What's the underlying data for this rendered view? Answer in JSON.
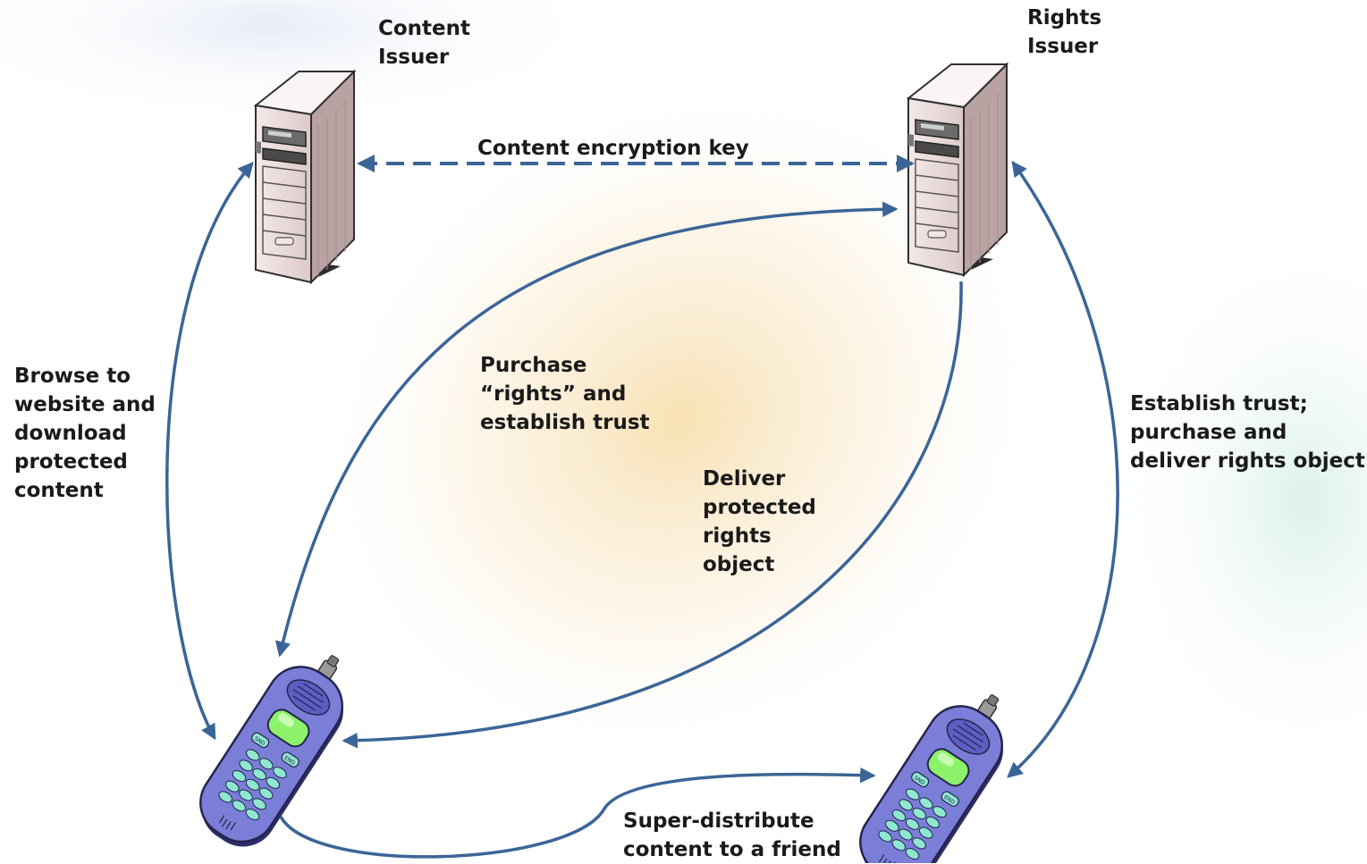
{
  "labels": {
    "content_issuer": "Content\nIssuer",
    "rights_issuer": "Rights\nIssuer",
    "content_encryption_key": "Content encryption key",
    "browse": "Browse to\nwebsite and\ndownload\nprotected\ncontent",
    "purchase": "Purchase\n“rights” and\nestablish trust",
    "deliver": "Deliver\nprotected\nrights\nobject",
    "establish": "Establish trust;\npurchase and\ndeliver rights object",
    "super_distribute": "Super-distribute\ncontent to a friend"
  },
  "nodes": {
    "content_issuer": {
      "kind": "server",
      "icon": "server-tower-icon"
    },
    "rights_issuer": {
      "kind": "server",
      "icon": "server-tower-icon"
    },
    "device_1": {
      "kind": "mobile-phone",
      "icon": "mobile-phone-icon",
      "keys": [
        "SND",
        "END"
      ]
    },
    "device_2": {
      "kind": "mobile-phone",
      "icon": "mobile-phone-icon",
      "keys": [
        "SND",
        "END"
      ]
    }
  },
  "colors": {
    "arrow": "#3b6597",
    "server_body": "#e8d6d6",
    "phone_body": "#7b7ed6",
    "phone_screen": "#8cf26a",
    "phone_keys": "#8ee7cf",
    "glow": "#f6d79a"
  }
}
